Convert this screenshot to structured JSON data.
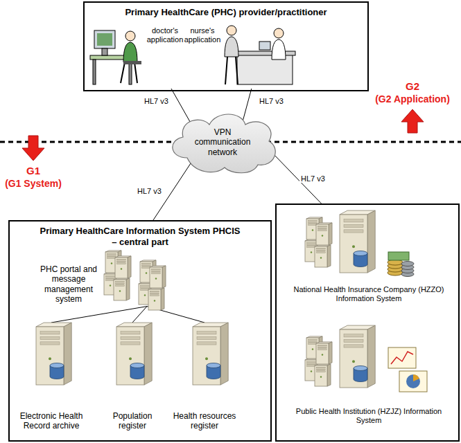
{
  "diagram": {
    "nodes": [
      {
        "text": [
          "Primary HealthCare (PHC) provider/practitioner"
        ]
      },
      {
        "text": [
          "doctor's application"
        ],
        "in": 0
      },
      {
        "text": [
          "nurse's application"
        ],
        "in": 0
      },
      {
        "text": [
          "VPN communication network"
        ]
      },
      {
        "text": [
          "Primary HealthCare Information System PHCIS – central part"
        ]
      },
      {
        "text": [
          "PHC portal and message management system"
        ],
        "in": 4
      },
      {
        "text": [
          "Electronic Health Record archive"
        ],
        "in": 4
      },
      {
        "text": [
          "Population register"
        ],
        "in": 4
      },
      {
        "text": [
          "Health resources register"
        ],
        "in": 4
      },
      {
        "text": []
      },
      {
        "text": [
          "National Health Insurance Company (HZZO) Information System"
        ],
        "in": 9
      },
      {
        "text": [
          "Public Health Institution (HZJZ) Information System"
        ],
        "in": 9
      }
    ],
    "edges": [
      {
        "from": 1,
        "to": 3,
        "label": "HL7 v3",
        "arrow": "none"
      },
      {
        "from": 2,
        "to": 3,
        "label": "HL7 v3",
        "arrow": "none"
      },
      {
        "from": 4,
        "to": 3,
        "label": "HL7 v3",
        "arrow": "none"
      },
      {
        "from": 9,
        "to": 3,
        "label": "HL7 v3",
        "arrow": "none"
      },
      {
        "from": 5,
        "to": 6,
        "arrow": "none"
      },
      {
        "from": 5,
        "to": 7,
        "arrow": "none"
      },
      {
        "from": 5,
        "to": 8,
        "arrow": "none"
      }
    ],
    "labels": [
      "G1",
      "(G1 System)",
      "G2",
      "(G2 Application)"
    ]
  }
}
